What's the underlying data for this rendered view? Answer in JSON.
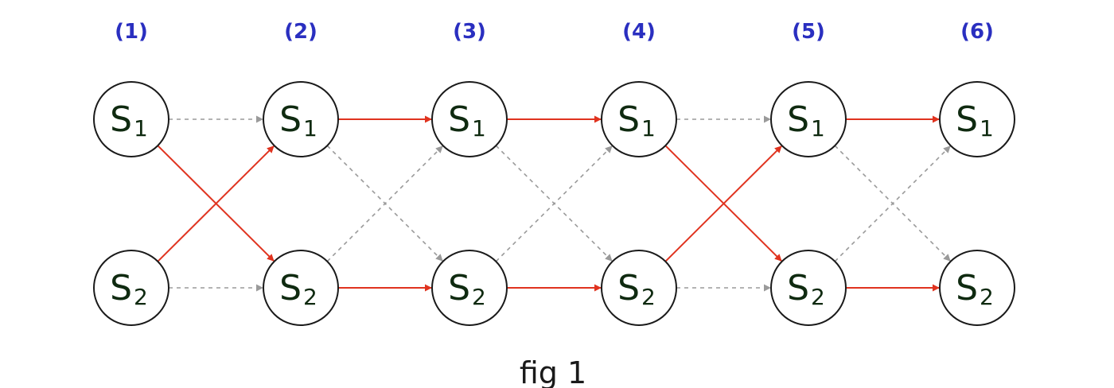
{
  "diagram": {
    "step_labels": [
      "(1)",
      "(2)",
      "(3)",
      "(4)",
      "(5)",
      "(6)"
    ],
    "states": [
      {
        "letter": "S",
        "sub": "1"
      },
      {
        "letter": "S",
        "sub": "2"
      }
    ],
    "caption": "fig 1",
    "colors": {
      "active_edge": "#e0331f",
      "inactive_edge": "#9a9a9a",
      "step_label": "#2a2fc0",
      "state_text": "#0f2a10"
    },
    "transitions": [
      [
        {
          "from": "S1",
          "to": "S1",
          "active": false
        },
        {
          "from": "S1",
          "to": "S2",
          "active": true
        },
        {
          "from": "S2",
          "to": "S1",
          "active": true
        },
        {
          "from": "S2",
          "to": "S2",
          "active": false
        }
      ],
      [
        {
          "from": "S1",
          "to": "S1",
          "active": true
        },
        {
          "from": "S1",
          "to": "S2",
          "active": false
        },
        {
          "from": "S2",
          "to": "S1",
          "active": false
        },
        {
          "from": "S2",
          "to": "S2",
          "active": true
        }
      ],
      [
        {
          "from": "S1",
          "to": "S1",
          "active": true
        },
        {
          "from": "S1",
          "to": "S2",
          "active": false
        },
        {
          "from": "S2",
          "to": "S1",
          "active": false
        },
        {
          "from": "S2",
          "to": "S2",
          "active": true
        }
      ],
      [
        {
          "from": "S1",
          "to": "S1",
          "active": false
        },
        {
          "from": "S1",
          "to": "S2",
          "active": true
        },
        {
          "from": "S2",
          "to": "S1",
          "active": true
        },
        {
          "from": "S2",
          "to": "S2",
          "active": false
        }
      ],
      [
        {
          "from": "S1",
          "to": "S1",
          "active": true
        },
        {
          "from": "S1",
          "to": "S2",
          "active": false
        },
        {
          "from": "S2",
          "to": "S1",
          "active": false
        },
        {
          "from": "S2",
          "to": "S2",
          "active": true
        }
      ]
    ]
  }
}
